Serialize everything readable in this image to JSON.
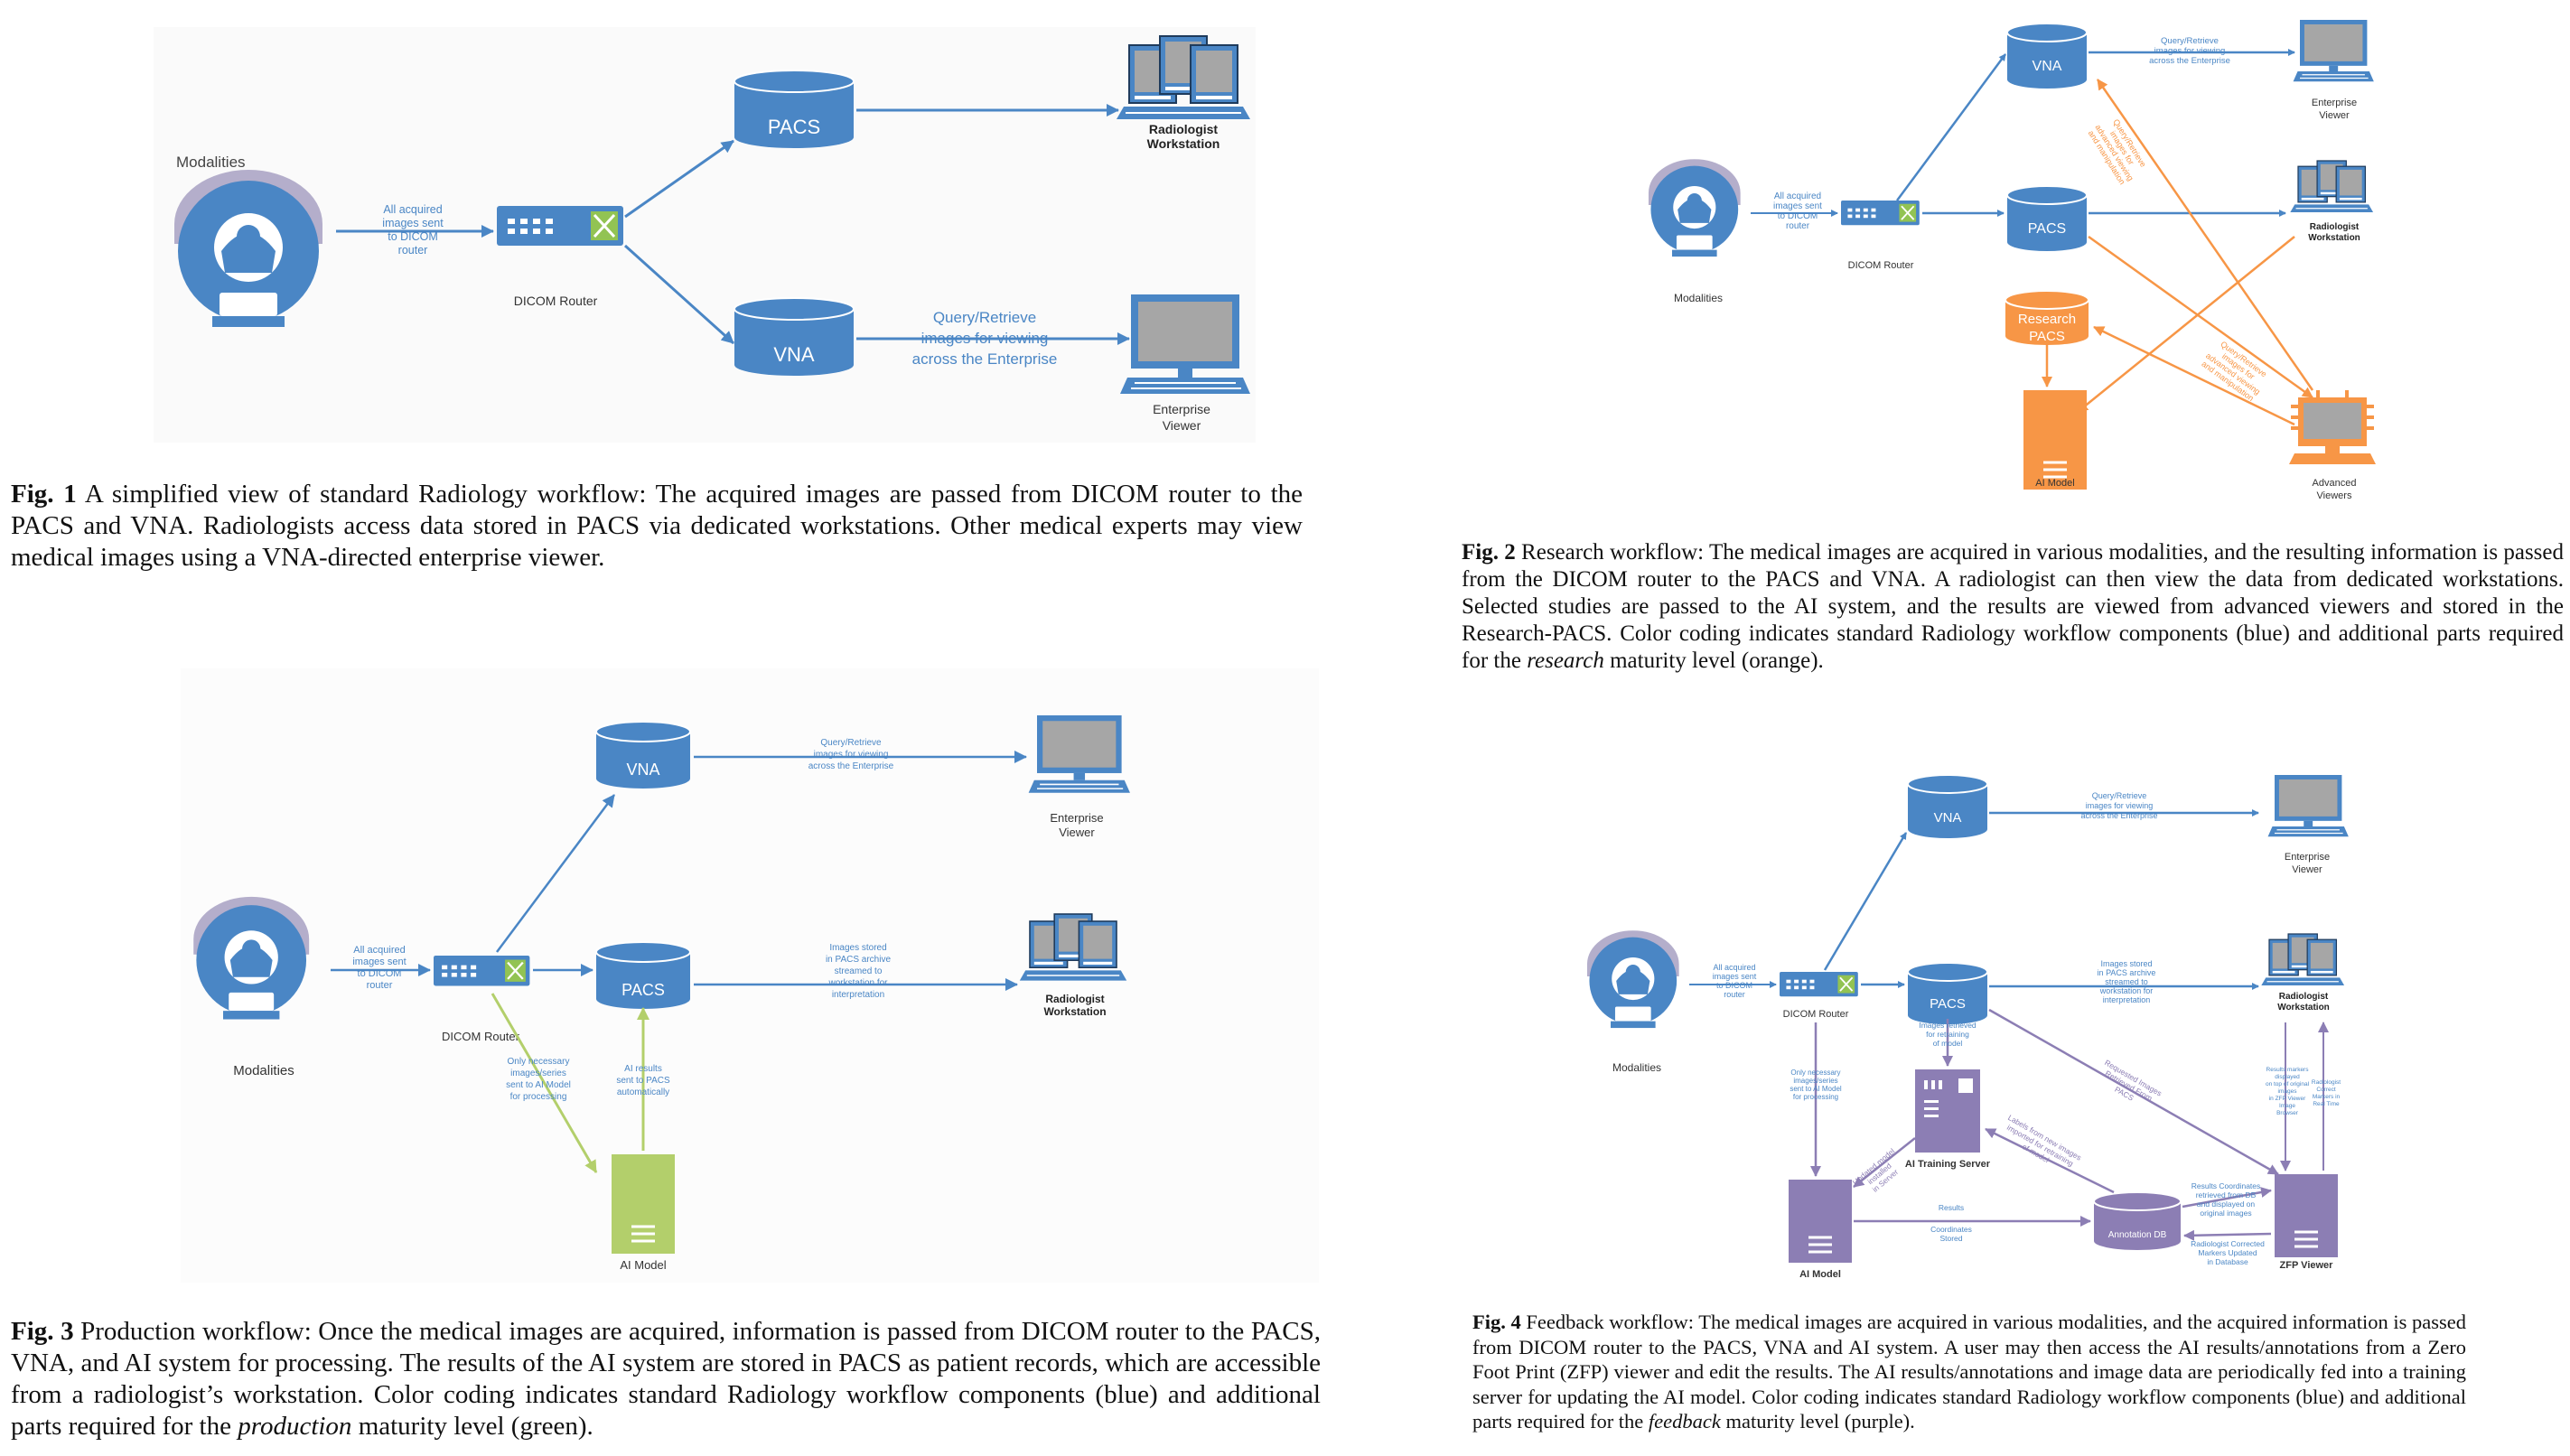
{
  "colors": {
    "blue": "#4A86C5",
    "blue_light": "#7FAAD8",
    "orange": "#F79646",
    "green": "#B3CF6B",
    "purple": "#8C7EB4",
    "mri_gray": "#B4AECB",
    "monitor_gray": "#A6A6A6",
    "router_green": "#92C353"
  },
  "fig1": {
    "modalities": "Modalities",
    "router_note": [
      "All acquired",
      "images sent",
      "to DICOM",
      "router"
    ],
    "dicom_router": "DICOM Router",
    "pacs": "PACS",
    "vna": "VNA",
    "query_note": [
      "Query/Retrieve",
      "images for viewing",
      "across the Enterprise"
    ],
    "radiologist": [
      "Radiologist",
      "Workstation"
    ],
    "enterprise": [
      "Enterprise",
      "Viewer"
    ],
    "caption_label": "Fig. 1",
    "caption_text": " A simplified view of standard Radiology workflow: The acquired images are passed from DICOM router to the PACS and VNA. Radiologists access data stored in PACS via dedicated workstations. Other medical experts may view medical images using a VNA-directed enterprise viewer."
  },
  "fig2": {
    "modalities": "Modalities",
    "router_note": [
      "All acquired",
      "images sent",
      "to DICOM",
      "router"
    ],
    "dicom_router": "DICOM Router",
    "vna": "VNA",
    "pacs": "PACS",
    "research_pacs": [
      "Research",
      "PACS"
    ],
    "ai_model": "AI Model",
    "query_note": [
      "Query/Retrieve",
      "images for viewing",
      "across the Enterprise"
    ],
    "enterprise": [
      "Enterprise",
      "Viewer"
    ],
    "radiologist": [
      "Radiologist",
      "Workstation"
    ],
    "advanced": [
      "Advanced",
      "Viewers"
    ],
    "diag_note_1": [
      "Query/Retrieve",
      "images for",
      "advanced viewing",
      "and manipulation"
    ],
    "diag_note_2": [
      "Query/Retrieve",
      "images for",
      "advanced viewing",
      "and manipulation"
    ],
    "caption_label": "Fig. 2",
    "caption_text_1": " Research workflow: The medical images are acquired in various modalities, and the resulting information is passed from the DICOM router to the PACS and VNA. A radiologist can then view the data from dedicated workstations. Selected studies are passed to the AI system, and the results are viewed from advanced viewers and stored in the Research-PACS. Color coding indicates standard Radiology workflow components (blue) and additional parts required for the ",
    "caption_em": "research",
    "caption_text_2": " maturity level (orange)."
  },
  "fig3": {
    "modalities": "Modalities",
    "router_note": [
      "All acquired",
      "images sent",
      "to DICOM",
      "router"
    ],
    "dicom_router": "DICOM Router",
    "vna": "VNA",
    "pacs": "PACS",
    "ai_model": "AI Model",
    "query_note": [
      "Query/Retrieve",
      "images for viewing",
      "across the Enterprise"
    ],
    "stored_note": [
      "Images stored",
      "in PACS archive",
      "streamed to",
      "workstation for",
      "interpretation"
    ],
    "necessary_note": [
      "Only necessary",
      "images/series",
      "sent to AI Model",
      "for processing"
    ],
    "results_note": [
      "AI results",
      "sent to PACS",
      "automatically"
    ],
    "enterprise": [
      "Enterprise",
      "Viewer"
    ],
    "radiologist": [
      "Radiologist",
      "Workstation"
    ],
    "caption_label": "Fig. 3",
    "caption_text_1": " Production workflow: Once the medical images are acquired, information is passed from DICOM router to the PACS, VNA, and AI system for processing. The results of the AI system are stored in PACS as patient records, which are accessible from a radiologist’s workstation. Color coding indicates standard Radiology workflow components (blue) and additional parts required for the ",
    "caption_em": "production",
    "caption_text_2": " maturity level (green)."
  },
  "fig4": {
    "modalities": "Modalities",
    "router_note": [
      "All acquired",
      "images sent",
      "to DICOM",
      "router"
    ],
    "dicom_router": "DICOM Router",
    "vna": "VNA",
    "pacs": "PACS",
    "query_note": [
      "Query/Retrieve",
      "images for viewing",
      "across the Enterprise"
    ],
    "stored_note": [
      "Images stored",
      "in PACS archive",
      "streamed to",
      "workstation for",
      "interpretation"
    ],
    "enterprise": [
      "Enterprise",
      "Viewer"
    ],
    "radiologist": [
      "Radiologist",
      "Workstation"
    ],
    "retrain_note": [
      "Images retrieved",
      "for retraining",
      "of model"
    ],
    "necessary_note": [
      "Only necessary",
      "images/series",
      "sent to AI Model",
      "for processing"
    ],
    "training_server": "AI Training Server",
    "ai_model": "AI Model",
    "annotation_db": "Annotation DB",
    "zfp_viewer": "ZFP Viewer",
    "requested_note": [
      "Requested Images",
      "Retrieved From",
      "PACS"
    ],
    "labels_note": [
      "Labels from new images",
      "imported for retraining",
      "of model"
    ],
    "updated_note": [
      "Updated model",
      "installed",
      "in Server"
    ],
    "coords_stored": [
      "Results",
      "Coordinates",
      "Stored"
    ],
    "coords_retrieved": [
      "Results Coordinates",
      "retrieved from DB",
      "and displayed on",
      "original images"
    ],
    "corrected_note": [
      "Radiologist Corrected",
      "Markers Updated",
      "in Database"
    ],
    "markers_note": [
      "Results markers",
      "displayed",
      "on top of original",
      "images",
      "in ZFP Viewer",
      "Image",
      "Browser"
    ],
    "correct_note": [
      "Radiologist",
      "Correct",
      "Markers in",
      "Real Time"
    ],
    "caption_label": "Fig. 4",
    "caption_text_1": " Feedback workflow: The medical images are acquired in various modalities, and the acquired information is passed from DICOM router to the PACS, VNA and AI system. A user may then access the AI results/annotations from a Zero Foot Print (ZFP) viewer and edit the results. The AI results/annotations and image data are periodically fed into a training server for updating the AI model. Color coding indicates standard Radiology workflow components (blue) and additional parts required for the ",
    "caption_em": "feedback",
    "caption_text_2": " maturity level (purple)."
  }
}
